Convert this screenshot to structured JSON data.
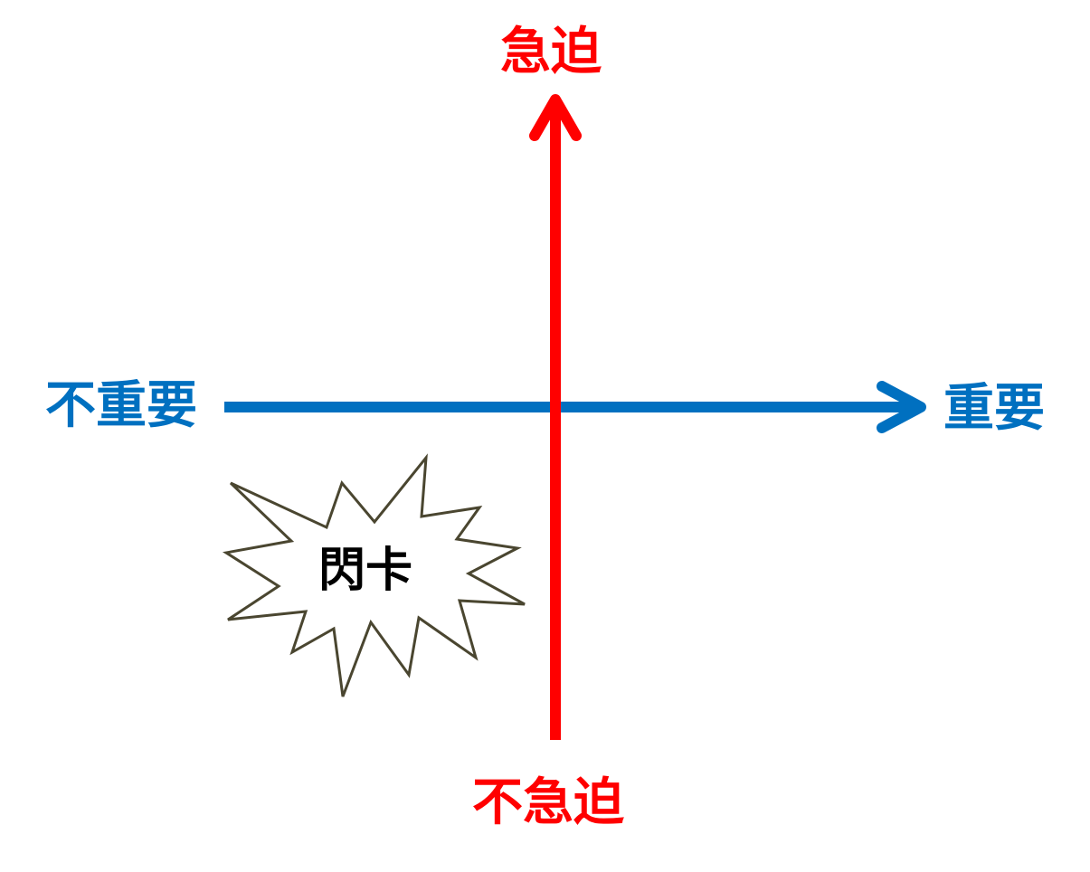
{
  "labels": {
    "top": "急迫",
    "bottom": "不急迫",
    "left": "不重要",
    "right": "重要",
    "burst": "閃卡"
  },
  "colors": {
    "vertical_axis": "#ff0000",
    "horizontal_axis": "#0070c0",
    "burst_outline": "#4a4630"
  }
}
